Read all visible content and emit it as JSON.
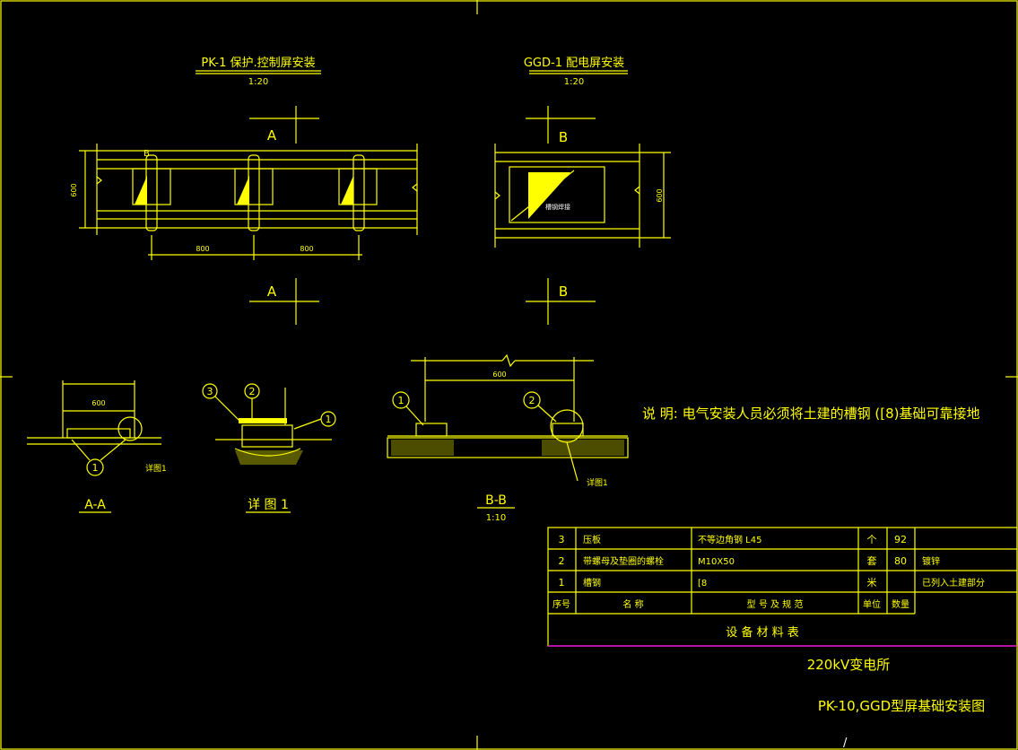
{
  "views": {
    "pk1": {
      "title": "PK-1 保护.控制屏安装",
      "scale": "1:20",
      "dim_w1": "800",
      "dim_w2": "800",
      "dim_h": "600",
      "label_b": "B"
    },
    "ggd1": {
      "title": "GGD-1 配电屏安装",
      "scale": "1:20",
      "dim_h": "600",
      "inner_label": "槽钢焊接"
    },
    "section_a": "A",
    "section_b": "B"
  },
  "sections": {
    "aa": {
      "title": "A-A",
      "dim": "600",
      "detail_ref": "详图1",
      "callout": "1"
    },
    "detail1": {
      "title": "详 图 1",
      "callouts": [
        "3",
        "2",
        "1"
      ]
    },
    "bb": {
      "title": "B-B",
      "scale": "1:10",
      "dim": "600",
      "detail_ref": "详图1",
      "callouts": [
        "1",
        "2"
      ]
    }
  },
  "note": "说 明: 电气安装人员必须将土建的槽钢 ([8)基础可靠接地",
  "materials": {
    "caption": "设 备 材 料 表",
    "headers": [
      "序号",
      "名 称",
      "型 号 及 规 范",
      "单位",
      "数量",
      ""
    ],
    "rows": [
      {
        "no": "3",
        "name": "压板",
        "spec": "不等边角钢 L45",
        "unit": "个",
        "qty": "92",
        "remark": ""
      },
      {
        "no": "2",
        "name": "带螺母及垫圈的螺栓",
        "spec": "M10X50",
        "unit": "套",
        "qty": "80",
        "remark": "镀锌"
      },
      {
        "no": "1",
        "name": "槽钢",
        "spec": "[8",
        "unit": "米",
        "qty": "",
        "remark": "已列入土建部分"
      }
    ]
  },
  "titleblock": {
    "project": "220kV变电所",
    "drawing": "PK-10,GGD型屏基础安装图",
    "sheet_mark": "/"
  },
  "colors": {
    "line": "#ffff00",
    "background": "#000000",
    "table_border": "#ff00ff",
    "white": "#ffffff"
  }
}
